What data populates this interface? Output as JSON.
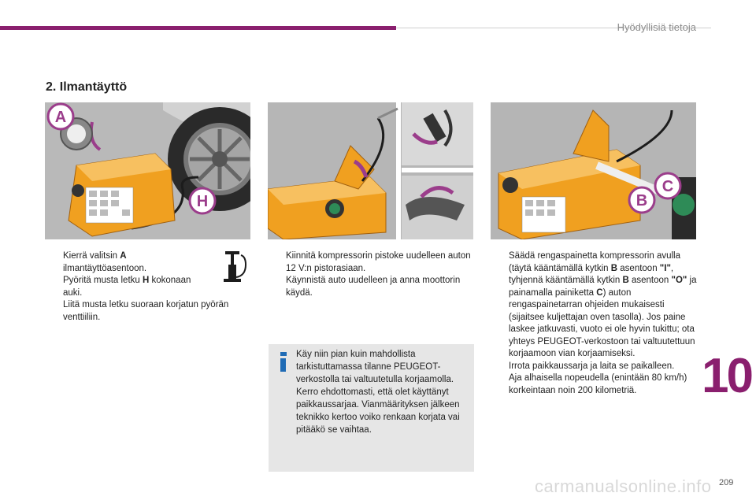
{
  "header": {
    "title": "Hyödyllisiä tietoja"
  },
  "section": {
    "title": "2. Ilmantäyttö"
  },
  "illustrations": [
    {
      "callouts": [
        "A",
        "H"
      ]
    },
    {
      "callouts": []
    },
    {
      "callouts": [
        "B",
        "C"
      ]
    }
  ],
  "column1": {
    "steps": [
      {
        "bullet": "",
        "pre": "Kierrä valitsin ",
        "bold": "A",
        "post": " ilmantäyttöasentoon."
      },
      {
        "bullet": "",
        "pre": "Pyöritä musta letku ",
        "bold": "H",
        "post": " kokonaan auki."
      },
      {
        "bullet": "",
        "text": "Liitä musta letku suoraan korjatun pyörän venttiiliin."
      }
    ]
  },
  "column2": {
    "steps": [
      {
        "bullet": "",
        "text": "Kiinnitä kompressorin pistoke uudelleen auton 12 V:n pistorasiaan."
      },
      {
        "bullet": "",
        "text": "Käynnistä auto uudelleen ja anna moottorin käydä."
      }
    ]
  },
  "column3": {
    "steps": [
      {
        "bullet": "",
        "p1": "Säädä rengaspainetta kompressorin avulla (täytä kääntämällä kytkin ",
        "b1": "B",
        "p2": " asentoon ",
        "b2": "\"I\"",
        "p3": ", tyhjennä kääntämällä kytkin ",
        "b3": "B",
        "p4": " asentoon ",
        "b4": "\"O\"",
        "p5": " ja painamalla painiketta ",
        "b5": "C",
        "p6": ") auton rengaspainetarran ohjeiden mukaisesti (sijaitsee kuljettajan oven tasolla). Jos paine laskee jatkuvasti, vuoto ei ole hyvin tukittu; ota yhteys PEUGEOT-verkostoon tai valtuutettuun korjaamoon vian korjaamiseksi."
      },
      {
        "bullet": "",
        "text": "Irrota paikkaussarja ja laita se paikalleen."
      },
      {
        "bullet": "",
        "text": "Aja alhaisella nopeudella (enintään 80 km/h) korkeintaan noin 200 kilometriä."
      }
    ]
  },
  "info": {
    "text": "Käy niin pian kuin mahdollista tarkistuttamassa tilanne PEUGEOT-verkostolla tai valtuutetulla korjaamolla. Kerro ehdottomasti, että olet käyttänyt paikkaussarjaa. Vianmäärityksen jälkeen teknikko kertoo voiko renkaan korjata vai pitääkö se vaihtaa."
  },
  "chapter": {
    "number": "10"
  },
  "page": {
    "number": "209"
  },
  "watermark": {
    "text": "carmanualsonline.info"
  },
  "colors": {
    "accent": "#8a1f6e",
    "callout_purple": "#9b3d8b",
    "info_blue": "#1f6bb5",
    "compressor_orange": "#f0a020"
  }
}
